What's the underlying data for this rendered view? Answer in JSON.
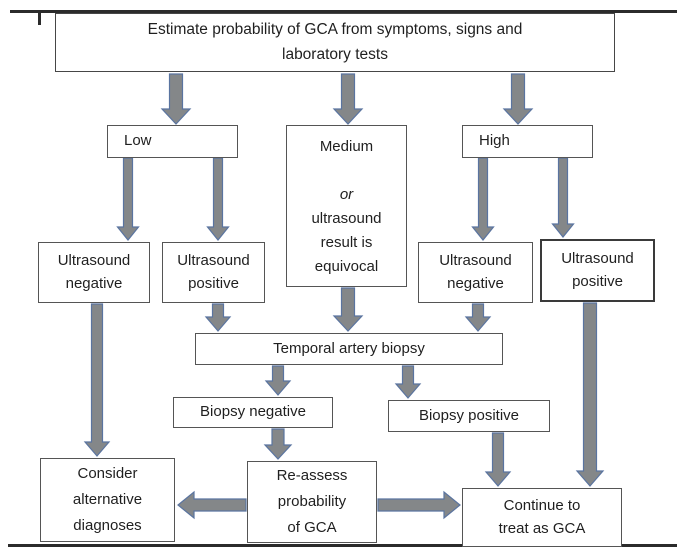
{
  "diagram": {
    "nodes": {
      "estimate": {
        "label": "Estimate probability of GCA from symptoms, signs and\nlaboratory tests"
      },
      "low": {
        "label": "Low"
      },
      "medium": {
        "lines": [
          "Medium",
          "",
          "or",
          "ultrasound",
          "result is",
          "equivocal"
        ]
      },
      "high": {
        "label": "High"
      },
      "us_neg_left": {
        "label": "Ultrasound\nnegative"
      },
      "us_pos_left": {
        "label": "Ultrasound\npositive"
      },
      "us_neg_right": {
        "label": "Ultrasound\nnegative"
      },
      "us_pos_right": {
        "label": "Ultrasound\npositive"
      },
      "biopsy": {
        "label": "Temporal artery biopsy"
      },
      "biopsy_neg": {
        "label": "Biopsy negative"
      },
      "biopsy_pos": {
        "label": "Biopsy positive"
      },
      "consider": {
        "label": "Consider\nalternative\ndiagnoses"
      },
      "reassess": {
        "label": "Re-assess\nprobability\nof GCA"
      },
      "continue": {
        "label": "Continue to\ntreat as GCA"
      }
    },
    "edges": [
      {
        "from": "estimate",
        "to": "low"
      },
      {
        "from": "estimate",
        "to": "medium"
      },
      {
        "from": "estimate",
        "to": "high"
      },
      {
        "from": "low",
        "to": "us_neg_left"
      },
      {
        "from": "low",
        "to": "us_pos_left"
      },
      {
        "from": "high",
        "to": "us_neg_right"
      },
      {
        "from": "high",
        "to": "us_pos_right"
      },
      {
        "from": "medium",
        "to": "biopsy"
      },
      {
        "from": "us_pos_left",
        "to": "biopsy"
      },
      {
        "from": "us_neg_right",
        "to": "biopsy"
      },
      {
        "from": "us_neg_left",
        "to": "consider"
      },
      {
        "from": "us_pos_right",
        "to": "continue"
      },
      {
        "from": "biopsy",
        "to": "biopsy_neg"
      },
      {
        "from": "biopsy",
        "to": "biopsy_pos"
      },
      {
        "from": "biopsy_neg",
        "to": "reassess"
      },
      {
        "from": "biopsy_pos",
        "to": "continue"
      },
      {
        "from": "reassess",
        "to": "consider"
      },
      {
        "from": "reassess",
        "to": "continue"
      }
    ],
    "colors": {
      "arrow_fill": "#848789",
      "arrow_outline": "#5a74a0",
      "box_border": "#555555",
      "text": "#1f1f1f",
      "rule": "#2b2b2b",
      "background": "#ffffff"
    }
  }
}
